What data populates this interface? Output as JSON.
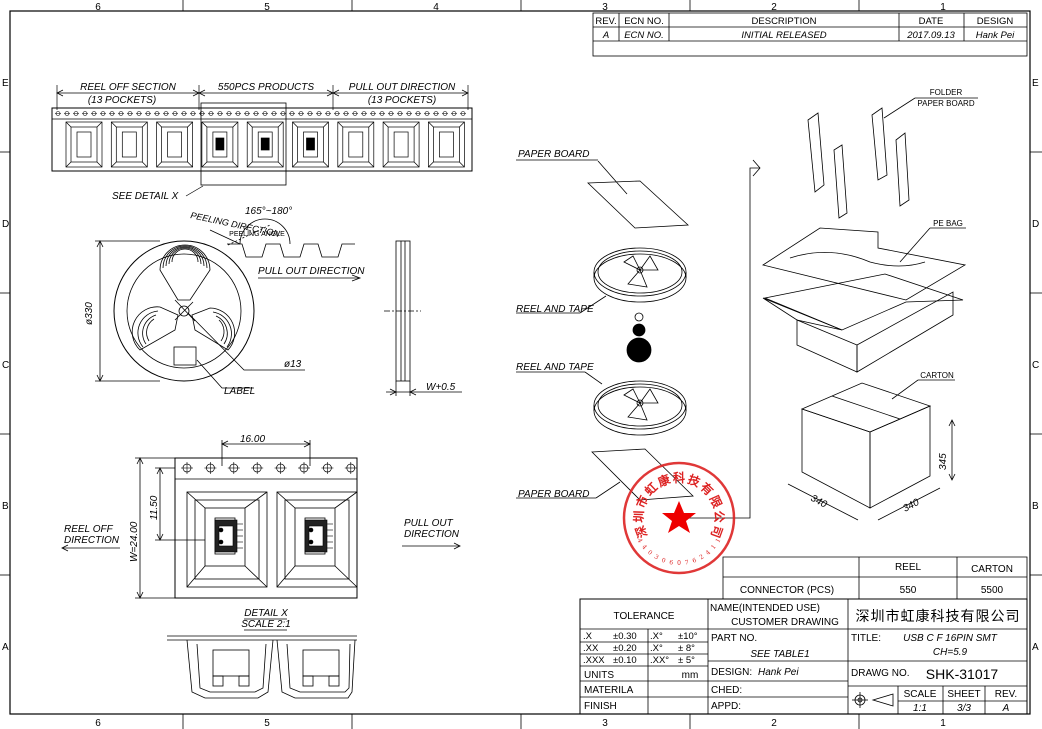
{
  "border": {
    "cols_top": [
      "6",
      "5",
      "4",
      "3",
      "2",
      "1"
    ],
    "cols_bottom": [
      "6",
      "5",
      "3",
      "2",
      "1"
    ],
    "rows": [
      "E",
      "D",
      "C",
      "B",
      "A"
    ]
  },
  "revision": {
    "headers": [
      "REV.",
      "ECN NO.",
      "DESCRIPTION",
      "DATE",
      "DESIGN"
    ],
    "row": [
      "A",
      "ECN NO.",
      "INITIAL RELEASED",
      "2017.09.13",
      "Hank Pei"
    ]
  },
  "tape": {
    "reel_off": "REEL OFF SECTION",
    "reel_off_count": "(13 POCKETS)",
    "products": "550PCS PRODUCTS",
    "pull_out": "PULL OUT DIRECTION",
    "pull_out_count": "(13 POCKETS)",
    "see_detail": "SEE DETAIL X"
  },
  "reel_view": {
    "peeling_direction": "PEELING DIRECTION",
    "peeling_angle": "PEELING ANGLE",
    "angle_range": "165°~180°",
    "pull_out": "PULL OUT DIRECTION",
    "dia_330": "ø330",
    "dia_13": "ø13",
    "label": "LABEL",
    "width": "W+0.5"
  },
  "detail": {
    "pitch": "16.00",
    "offset": "11.50",
    "width": "W=24.00",
    "reel_off": [
      "REEL OFF",
      "DIRECTION"
    ],
    "pull_out": [
      "PULL OUT",
      "DIRECTION"
    ],
    "title": "DETAIL X",
    "scale": "SCALE 2:1"
  },
  "packing": {
    "paper_board_1": "PAPER BOARD",
    "reel_tape_1": "REEL AND TAPE",
    "reel_tape_2": "REEL AND TAPE",
    "paper_board_2": "PAPER BOARD",
    "folder": [
      "FOLDER",
      "PAPER BOARD"
    ],
    "pe_bag": "PE BAG",
    "carton": "CARTON",
    "dim_345": "345",
    "dim_340a": "340",
    "dim_340b": "340"
  },
  "stamp": {
    "text": "深圳市虹康科技有限公司",
    "number": "4403060762411"
  },
  "qty_table": {
    "reel_header": "REEL",
    "carton_header": "CARTON",
    "item": "CONNECTOR (PCS)",
    "reel_qty": "550",
    "carton_qty": "5500"
  },
  "title_block": {
    "tolerance": "TOLERANCE",
    "tol_rows": [
      {
        "lin": ".X",
        "lin_val": "±0.30",
        "ang": ".X°",
        "ang_val": "±10°"
      },
      {
        "lin": ".XX",
        "lin_val": "±0.20",
        "ang": ".X°",
        "ang_val": "± 8°"
      },
      {
        "lin": ".XXX",
        "lin_val": "±0.10",
        "ang": ".XX°",
        "ang_val": "± 5°"
      }
    ],
    "units_label": "UNITS",
    "units_val": "mm",
    "material": "MATERILA",
    "finish": "FINISH",
    "name_label": "NAME(INTENDED USE)",
    "name_val": "CUSTOMER DRAWING",
    "part_label": "PART NO.",
    "part_val": "SEE TABLE1",
    "design_label": "DESIGN:",
    "design_val": "Hank Pei",
    "checked": "CHED:",
    "approved": "APPD:",
    "company": "深圳市虹康科技有限公司",
    "title_label": "TITLE:",
    "title_l1": "USB C F 16PIN SMT",
    "title_l2": "CH=5.9",
    "drawg_label": "DRAWG NO.",
    "drawg_val": "SHK-31017",
    "scale_label": "SCALE",
    "scale_val": "1:1",
    "sheet_label": "SHEET",
    "sheet_val": "3/3",
    "rev_label": "REV.",
    "rev_val": "A"
  }
}
